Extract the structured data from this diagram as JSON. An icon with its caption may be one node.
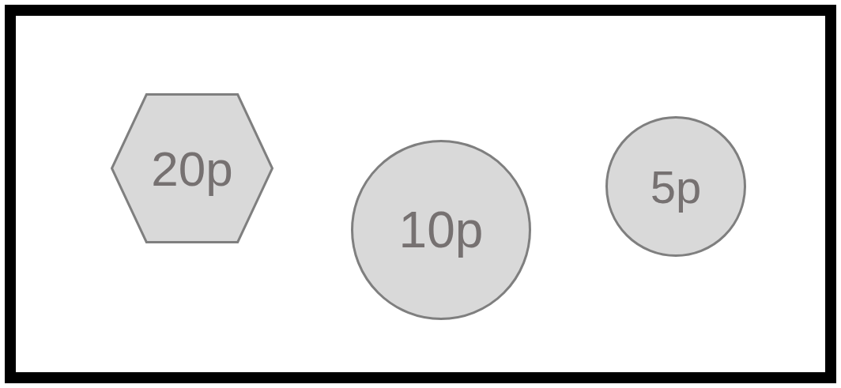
{
  "diagram": {
    "nodes": [
      {
        "text": [
          "20p"
        ]
      },
      {
        "text": [
          "10p"
        ]
      },
      {
        "text": [
          "5p"
        ]
      }
    ]
  }
}
